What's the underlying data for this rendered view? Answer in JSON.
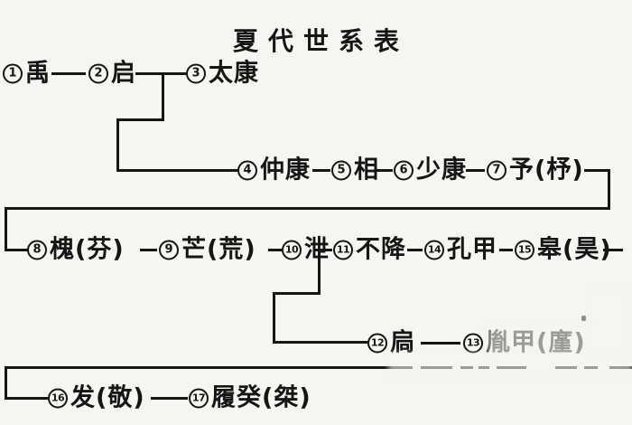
{
  "title": "夏代世系表",
  "colors": {
    "ink": "#151515",
    "bg": "#f6f5f2",
    "smudge": "rgba(246,245,242,0.6)"
  },
  "rows": [
    {
      "persons": [
        {
          "num": "1",
          "name": "禹"
        },
        {
          "num": "2",
          "name": "启"
        },
        {
          "num": "3",
          "name": "太康"
        }
      ]
    },
    {
      "persons": [
        {
          "num": "4",
          "name": "仲康"
        },
        {
          "num": "5",
          "name": "相"
        },
        {
          "num": "6",
          "name": "少康"
        },
        {
          "num": "7",
          "name": "予(杼)"
        }
      ]
    },
    {
      "persons": [
        {
          "num": "8",
          "name": "槐(芬)"
        },
        {
          "num": "9",
          "name": "芒(荒)"
        },
        {
          "num": "10",
          "name": "泄"
        },
        {
          "num": "11",
          "name": "不降"
        },
        {
          "num": "14",
          "name": "孔甲"
        },
        {
          "num": "15",
          "name": "皋(昊)"
        }
      ]
    },
    {
      "persons": [
        {
          "num": "12",
          "name": "扃"
        },
        {
          "num": "13",
          "name": "胤甲(廑)"
        }
      ]
    },
    {
      "persons": [
        {
          "num": "16",
          "name": "发(敬)"
        },
        {
          "num": "17",
          "name": "履癸(桀)"
        }
      ]
    }
  ]
}
